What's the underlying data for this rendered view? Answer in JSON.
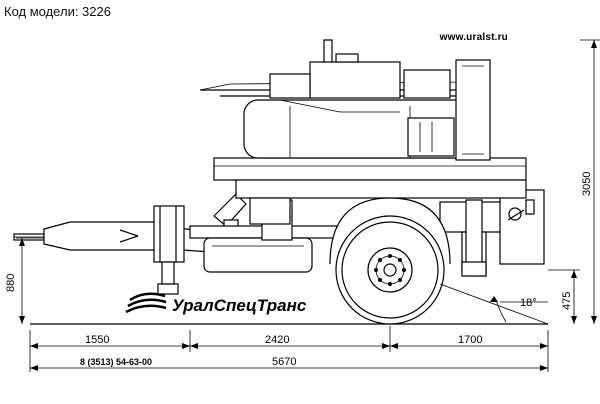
{
  "header": {
    "model_code": "Код модели: 3226",
    "website": "www.uralst.ru"
  },
  "brand": {
    "logo_text": "УралСпецТранс",
    "phone": "8 (3513) 54-63-00"
  },
  "dimensions": {
    "height_total": "3050",
    "hitch_height": "880",
    "clearance": "475",
    "departure_angle": "18°",
    "front_overhang": "1550",
    "wheelbase": "2420",
    "rear_overhang": "1700",
    "total_length": "5670"
  }
}
